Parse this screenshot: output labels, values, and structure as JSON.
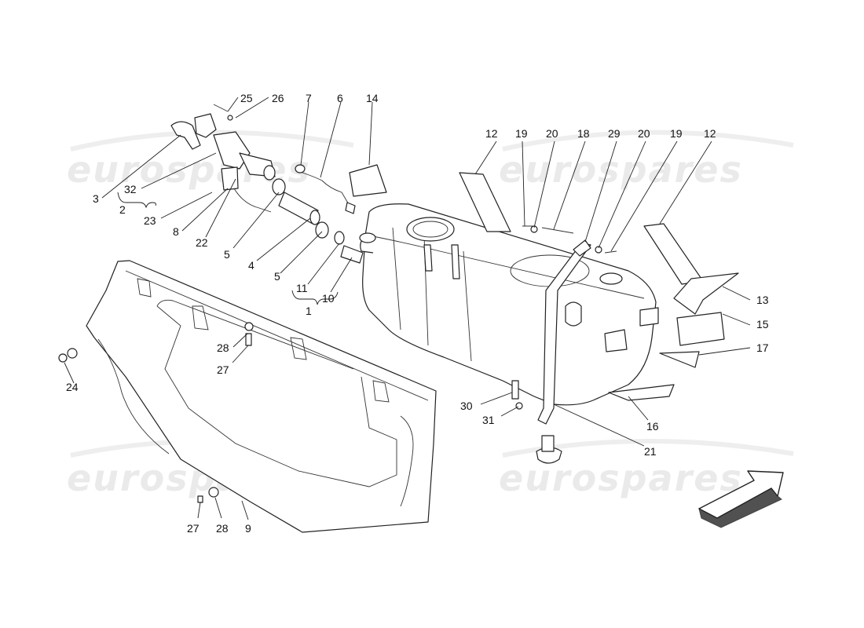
{
  "watermark": {
    "text": "eurospares"
  },
  "callouts": {
    "c1": "1",
    "c2": "2",
    "c3": "3",
    "c4": "4",
    "c5a": "5",
    "c5b": "5",
    "c6": "6",
    "c7": "7",
    "c8": "8",
    "c9": "9",
    "c10": "10",
    "c11": "11",
    "c12a": "12",
    "c12b": "12",
    "c13": "13",
    "c14": "14",
    "c15": "15",
    "c16": "16",
    "c17": "17",
    "c18": "18",
    "c19a": "19",
    "c19b": "19",
    "c20a": "20",
    "c20b": "20",
    "c21": "21",
    "c22": "22",
    "c23": "23",
    "c24": "24",
    "c25": "25",
    "c26": "26",
    "c27a": "27",
    "c27b": "27",
    "c28a": "28",
    "c28b": "28",
    "c29": "29",
    "c30": "30",
    "c31": "31",
    "c32": "32"
  },
  "icons": {
    "direction_arrow": "front-direction-arrow-icon"
  }
}
